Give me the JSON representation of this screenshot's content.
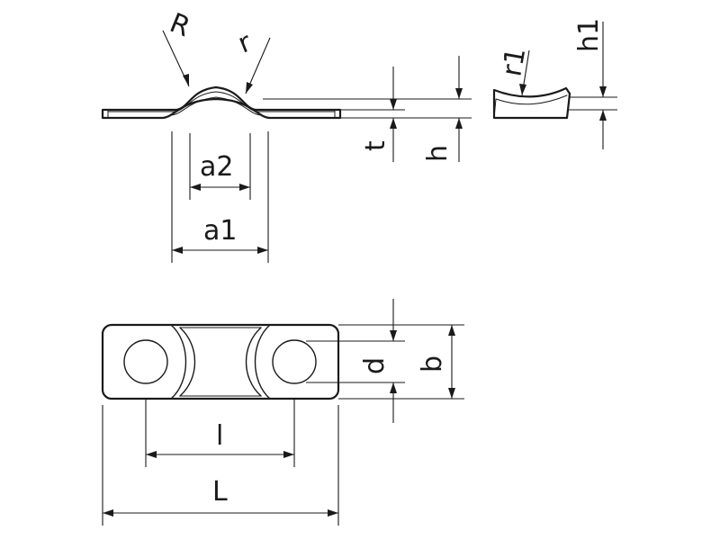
{
  "labels": {
    "R": "R",
    "r": "r",
    "r1": "r1",
    "h1": "h1",
    "t": "t",
    "h": "h",
    "a2": "a2",
    "a1": "a1",
    "d": "d",
    "b": "b",
    "l": "l",
    "L": "L"
  }
}
